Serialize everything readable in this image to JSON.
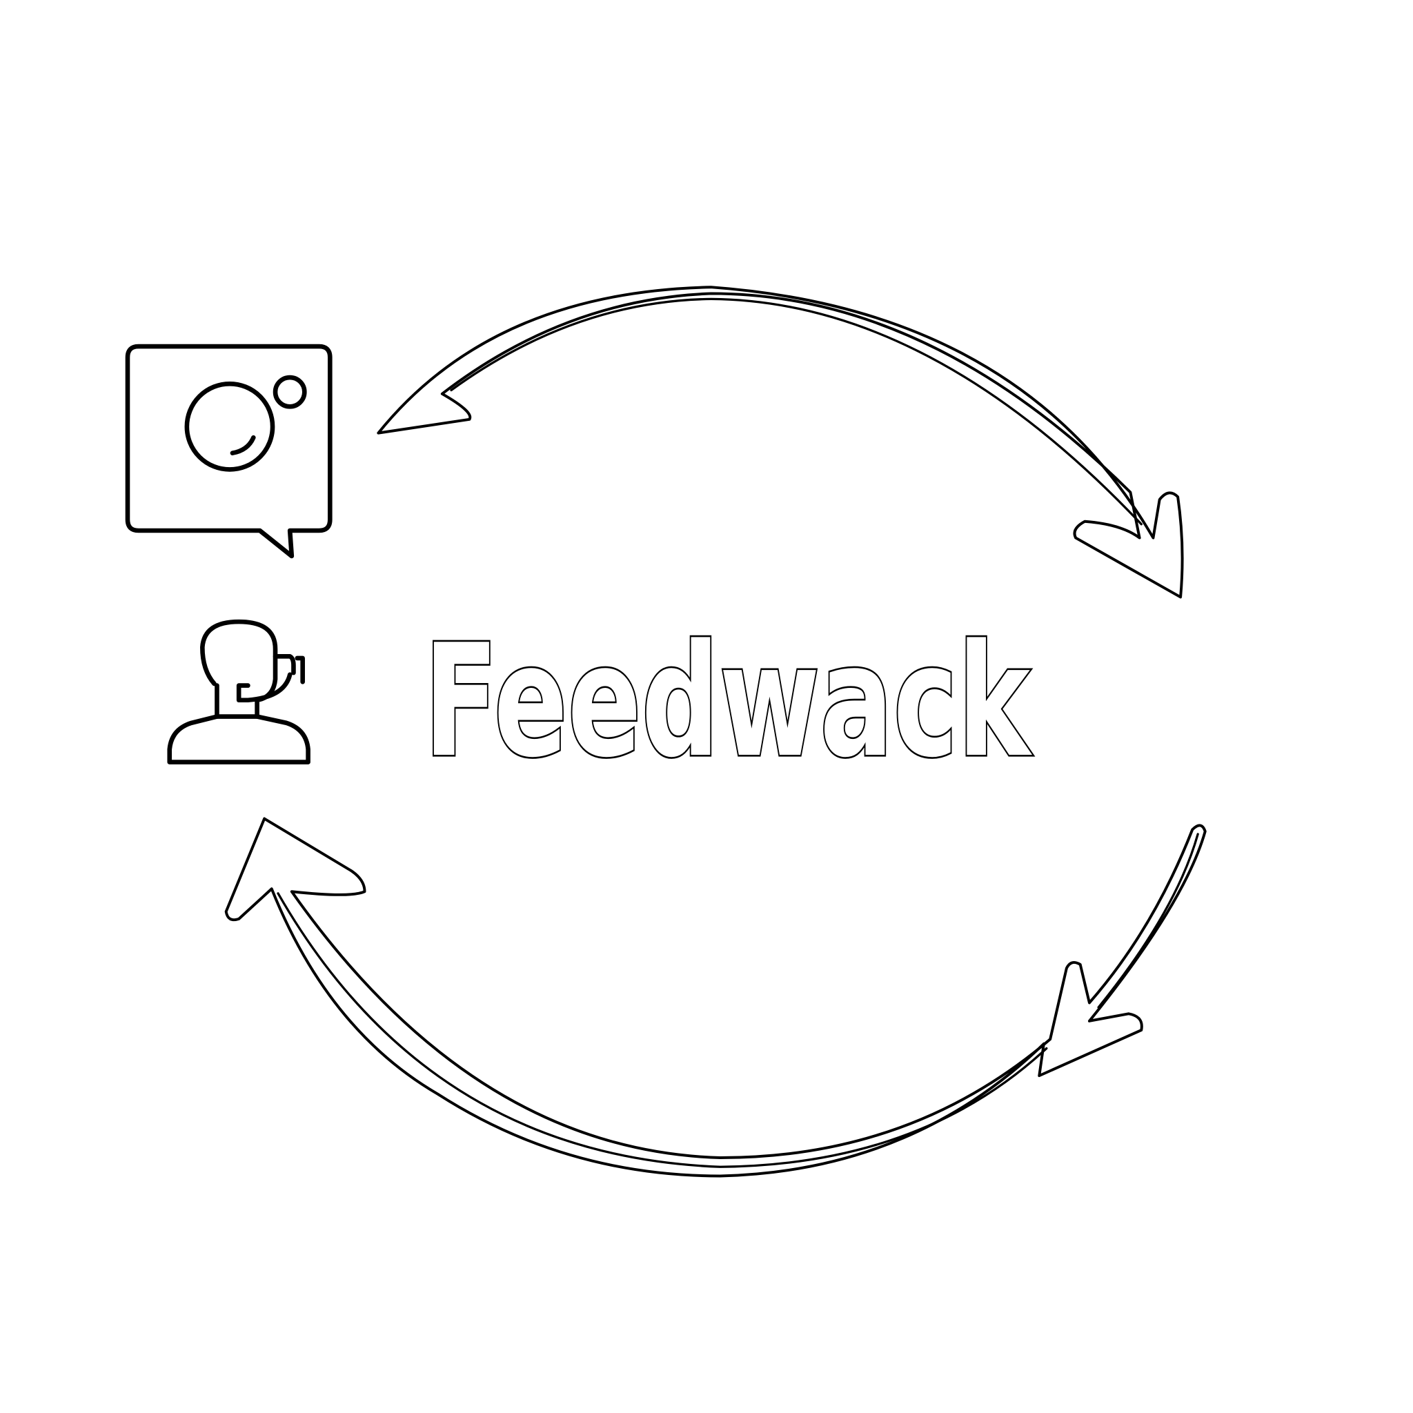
{
  "title": "Feedwack",
  "colors": {
    "stroke": "#000000",
    "background": "#ffffff"
  },
  "icons": [
    "chat-bubble-camera-icon",
    "support-agent-headset-icon",
    "cycle-arrow-top",
    "cycle-arrow-bottom"
  ]
}
